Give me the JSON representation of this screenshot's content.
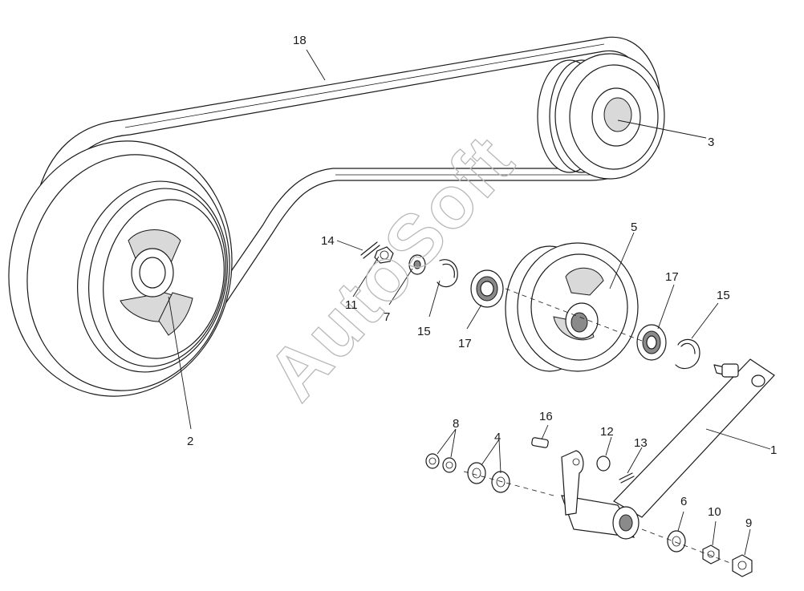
{
  "diagram": {
    "watermark_text": "AutoSoft",
    "callouts": {
      "c1": "1",
      "c2": "2",
      "c3": "3",
      "c4": "4",
      "c5": "5",
      "c6": "6",
      "c7": "7",
      "c8": "8",
      "c9": "9",
      "c10": "10",
      "c11": "11",
      "c12": "12",
      "c13": "13",
      "c14": "14",
      "c15a": "15",
      "c15b": "15",
      "c16": "16",
      "c17a": "17",
      "c17b": "17",
      "c18": "18"
    },
    "colors": {
      "ink": "#1a1a1a",
      "watermark": "#b8b8b8",
      "background": "#ffffff"
    }
  }
}
